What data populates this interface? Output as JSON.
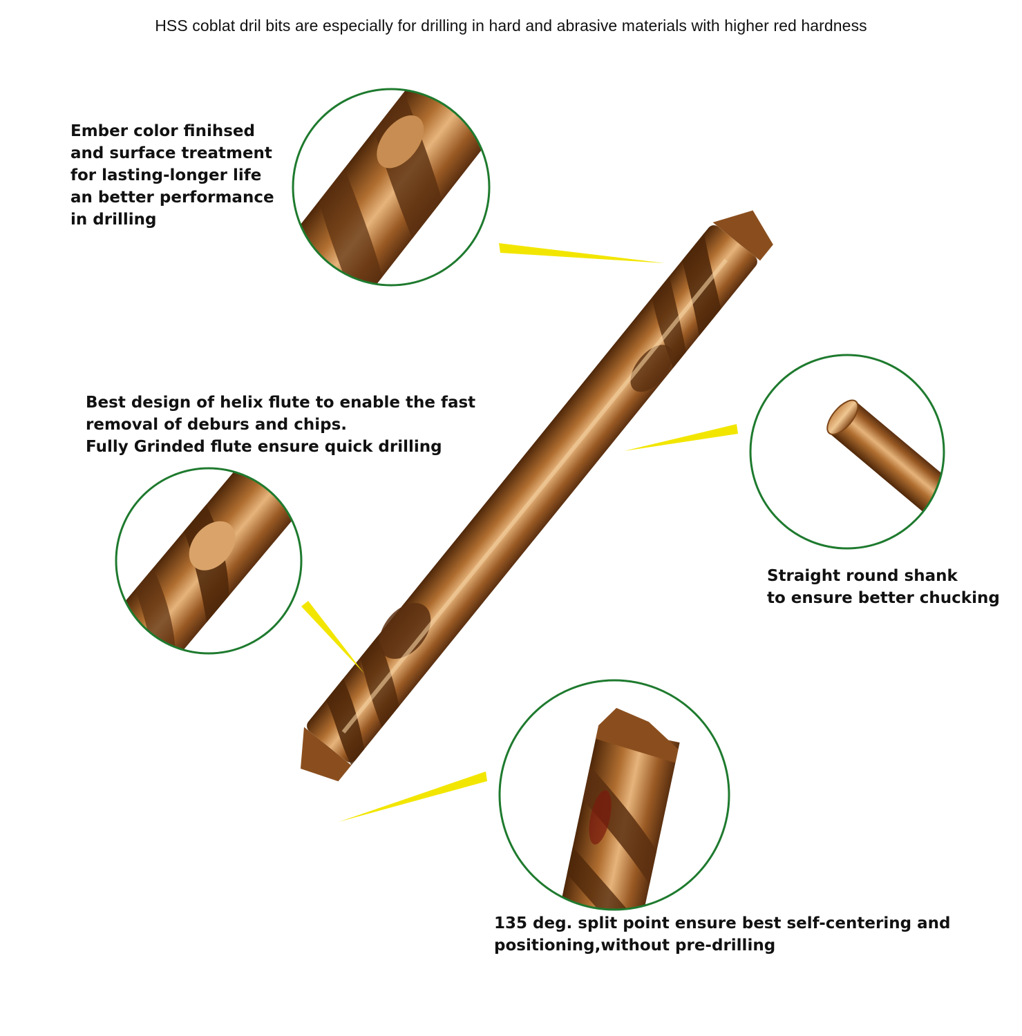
{
  "headline": "HSS coblat dril bits are especially for drilling in hard and abrasive materials with higher red hardness",
  "callouts": {
    "ember": "Ember color finihsed\nand surface treatment\nfor lasting-longer life\nan better performance\nin drilling",
    "helix": "Best design of  helix flute to enable the fast\nremoval of  deburs and chips.\nFully Grinded flute  ensure quick drilling",
    "shank": "Straight round shank\nto ensure better chucking",
    "split": "135 deg. split point ensure best self-centering and\npositioning,without pre-drilling"
  },
  "colors": {
    "circle_border": "#1e7a2e",
    "pointer": "#f2e600",
    "bronze_dark": "#5a2f10",
    "bronze_mid": "#a8642a",
    "bronze_light": "#e2b07a"
  }
}
